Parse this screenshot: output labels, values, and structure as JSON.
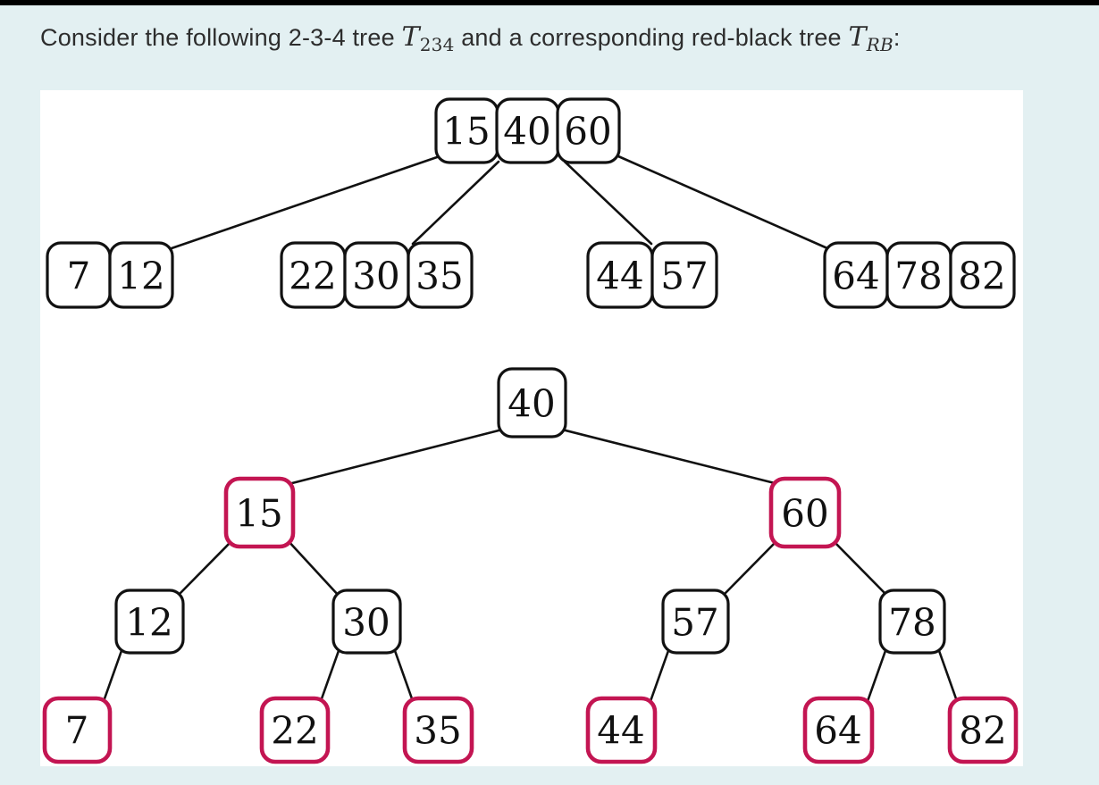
{
  "title": {
    "prefix": "Consider the following 2-3-4 tree ",
    "t234_base": "T",
    "t234_sub": "234",
    "middle": " and a corresponding red-black tree ",
    "trb_base": "T",
    "trb_sub": "RB",
    "suffix": ":"
  },
  "colors": {
    "page_background": "#e3f0f2",
    "panel_background": "#ffffff",
    "top_bar": "#000000",
    "title_text": "#2d2d2d",
    "node_black_border": "#111111",
    "node_red_border": "#c31552",
    "node_text": "#111111",
    "edge": "#111111"
  },
  "t234_tree": {
    "root": [
      "15",
      "40",
      "60"
    ],
    "children": [
      [
        "7",
        "12"
      ],
      [
        "22",
        "30",
        "35"
      ],
      [
        "44",
        "57"
      ],
      [
        "64",
        "78",
        "82"
      ]
    ]
  },
  "rb_tree": {
    "key": "40",
    "color": "black",
    "children": [
      {
        "key": "15",
        "color": "red",
        "children": [
          {
            "key": "12",
            "color": "black",
            "children": [
              {
                "key": "7",
                "color": "red",
                "children": []
              }
            ]
          },
          {
            "key": "30",
            "color": "black",
            "children": [
              {
                "key": "22",
                "color": "red",
                "children": []
              },
              {
                "key": "35",
                "color": "red",
                "children": []
              }
            ]
          }
        ]
      },
      {
        "key": "60",
        "color": "red",
        "children": [
          {
            "key": "57",
            "color": "black",
            "children": [
              {
                "key": "44",
                "color": "red",
                "children": []
              }
            ]
          },
          {
            "key": "78",
            "color": "black",
            "children": [
              {
                "key": "64",
                "color": "red",
                "children": []
              },
              {
                "key": "82",
                "color": "red",
                "children": []
              }
            ]
          }
        ]
      }
    ]
  }
}
